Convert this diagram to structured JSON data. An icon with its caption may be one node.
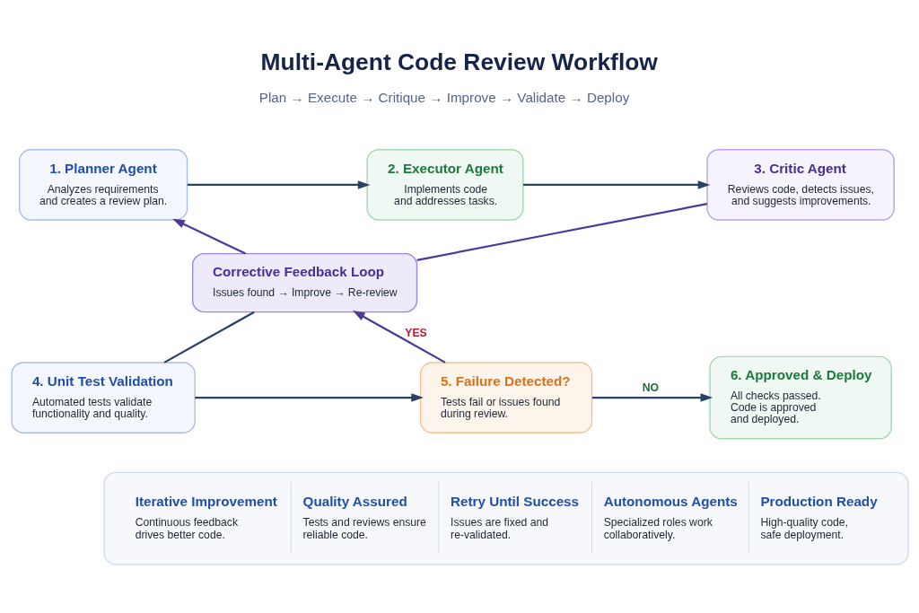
{
  "diagram": {
    "title": "Multi-Agent Code Review Workflow",
    "nodes": [
      {
        "text": [
          "1. Planner Agent",
          "Analyzes requirements and creates a review plan."
        ]
      },
      {
        "text": [
          "2. Executor Agent",
          "Implements code and addresses tasks."
        ]
      },
      {
        "text": [
          "3. Critic Agent",
          "Reviews code, detects issues, and suggests improvements."
        ]
      },
      {
        "text": [
          "Corrective Feedback Loop",
          "Issues found → Improve → Re-review"
        ]
      },
      {
        "text": [
          "4. Unit Test Validation",
          "Automated tests validate functionality and quality."
        ]
      },
      {
        "text": [
          "5. Failure Detected?",
          "Tests fail or issues found during review."
        ]
      },
      {
        "text": [
          "6. Approved & Deploy",
          "All checks passed. Code is approved and deployed."
        ]
      },
      {
        "text": [
          "Iterative Improvement",
          "Continuous feedback drives better code.",
          "Quality Assured",
          "Tests and reviews ensure reliable code.",
          "Retry Until Success",
          "Issues are fixed and re-validated.",
          "Autonomous Agents",
          "Specialized roles work collaboratively.",
          "Production Ready",
          "High-quality code, safe deployment."
        ]
      }
    ],
    "edges": [
      {
        "from": 0,
        "to": 1,
        "arrow": "to"
      },
      {
        "from": 1,
        "to": 2,
        "arrow": "to"
      },
      {
        "from": 2,
        "to": 3,
        "arrow": "none",
        "color": "#4b3a9c"
      },
      {
        "from": 3,
        "to": 0,
        "arrow": "to",
        "color": "#4b3a9c"
      },
      {
        "from": 3,
        "to": 4,
        "arrow": "none"
      },
      {
        "from": 4,
        "to": 5,
        "arrow": "to"
      },
      {
        "from": 5,
        "to": 3,
        "label": "YES",
        "arrow": "to",
        "color": "#4b3a9c"
      },
      {
        "from": 5,
        "to": 6,
        "label": "NO",
        "arrow": "to"
      }
    ],
    "labels": [
      "Plan → Execute → Critique → Improve → Validate → Deploy"
    ]
  }
}
